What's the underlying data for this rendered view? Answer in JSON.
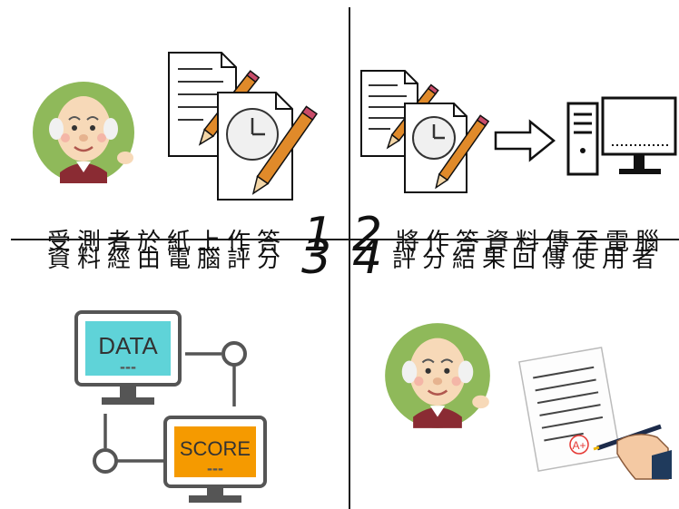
{
  "steps": [
    {
      "number": "1",
      "caption": "受測者於紙上作答"
    },
    {
      "number": "2",
      "caption": "將作答資料傳至電腦"
    },
    {
      "number": "3",
      "caption": "資料經由電腦評分"
    },
    {
      "number": "4",
      "caption": "評分結果回傳使用者"
    }
  ],
  "monitors": {
    "data_label": "DATA",
    "data_dots": "---",
    "score_label": "SCORE",
    "score_dots": "---"
  },
  "grade_mark": "A+",
  "colors": {
    "skin": "#f7d9b8",
    "avatar_bg": "#8fb95a",
    "pencil": "#e08a2a",
    "data_screen": "#5fd3d8",
    "score_screen": "#f59a00"
  }
}
